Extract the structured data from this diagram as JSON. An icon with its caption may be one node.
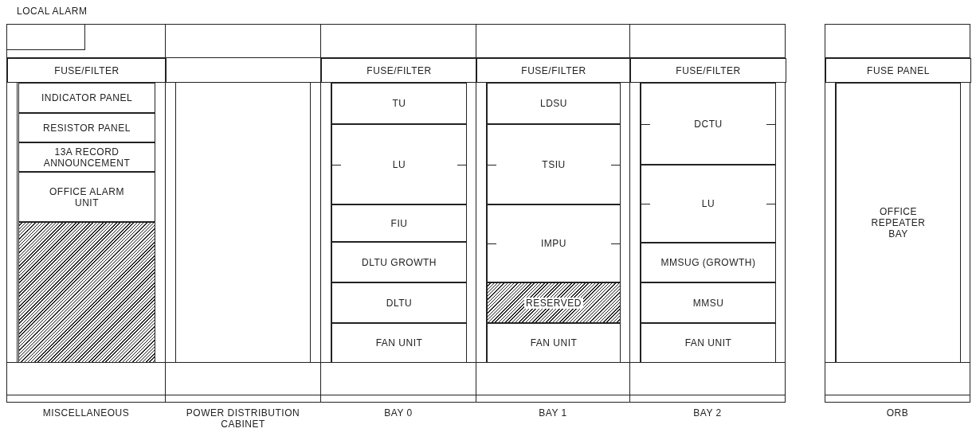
{
  "diagram": {
    "nodes": [
      {
        "text": [
          "MISCELLANEOUS"
        ]
      },
      {
        "text": [
          "LOCAL ALARM"
        ],
        "in": 0
      },
      {
        "text": [
          "FUSE/FILTER"
        ],
        "in": 0
      },
      {
        "text": [
          "INDICATOR PANEL"
        ],
        "in": 0
      },
      {
        "text": [
          "RESISTOR PANEL"
        ],
        "in": 0
      },
      {
        "text": [
          "13A RECORD ANNOUNCEMENT"
        ],
        "in": 0
      },
      {
        "text": [
          "OFFICE ALARM UNIT"
        ],
        "in": 0
      },
      {
        "text": [],
        "shape": "box",
        "in": 0
      },
      {
        "text": [
          "POWER DISTRIBUTION CABINET"
        ]
      },
      {
        "text": [
          "BAY 0"
        ]
      },
      {
        "text": [
          "FUSE/FILTER"
        ],
        "in": 9
      },
      {
        "text": [
          "TU"
        ],
        "in": 9
      },
      {
        "text": [
          "LU"
        ],
        "in": 9
      },
      {
        "text": [
          "FIU"
        ],
        "in": 9
      },
      {
        "text": [
          "DLTU GROWTH"
        ],
        "in": 9
      },
      {
        "text": [
          "DLTU"
        ],
        "in": 9
      },
      {
        "text": [
          "FAN UNIT"
        ],
        "in": 9
      },
      {
        "text": [
          "BAY 1"
        ]
      },
      {
        "text": [
          "FUSE/FILTER"
        ],
        "in": 17
      },
      {
        "text": [
          "LDSU"
        ],
        "in": 17
      },
      {
        "text": [
          "TSIU"
        ],
        "in": 17
      },
      {
        "text": [
          "IMPU"
        ],
        "in": 17
      },
      {
        "text": [
          "RESERVED"
        ],
        "in": 17
      },
      {
        "text": [
          "FAN UNIT"
        ],
        "in": 17
      },
      {
        "text": [
          "BAY 2"
        ]
      },
      {
        "text": [
          "FUSE/FILTER"
        ],
        "in": 24
      },
      {
        "text": [
          "DCTU"
        ],
        "in": 24
      },
      {
        "text": [
          "LU"
        ],
        "in": 24
      },
      {
        "text": [
          "MMSUG (GROWTH)"
        ],
        "in": 24
      },
      {
        "text": [
          "MMSU"
        ],
        "in": 24
      },
      {
        "text": [
          "FAN UNIT"
        ],
        "in": 24
      },
      {
        "text": [
          "ORB"
        ]
      },
      {
        "text": [
          "FUSE PANEL"
        ],
        "in": 31
      },
      {
        "text": [
          "OFFICE REPEATER BAY"
        ],
        "in": 31
      }
    ],
    "edges": []
  }
}
